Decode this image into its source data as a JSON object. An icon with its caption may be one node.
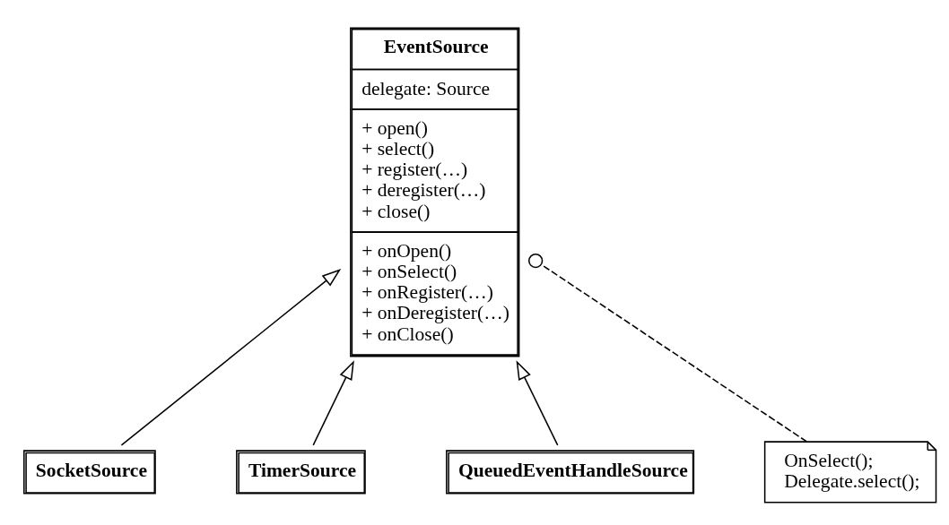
{
  "diagram": {
    "nodes": [
      {
        "text": [
          "EventSource",
          "delegate: Source",
          "+ open()",
          "+ select()",
          "+ register(…)",
          "+ deregister(…)",
          "+ close()",
          "+ onOpen()",
          "+ onSelect()",
          "+ onRegister(…)",
          "+ onDeregister(…)",
          "+ onClose()"
        ]
      },
      {
        "text": [
          "SocketSource"
        ]
      },
      {
        "text": [
          "TimerSource"
        ]
      },
      {
        "text": [
          "QueuedEventHandleSource"
        ]
      },
      {
        "text": [
          "OnSelect();",
          "Delegate.select();"
        ]
      }
    ],
    "edges": [
      {
        "from": 1,
        "to": 0,
        "arrow": "to"
      },
      {
        "from": 3,
        "to": 0,
        "arrow": "to"
      },
      {
        "from": 2,
        "to": 0,
        "arrow": "to"
      },
      {
        "from": 4,
        "to": 0,
        "arrow": "other",
        "style": "dashed"
      }
    ]
  }
}
